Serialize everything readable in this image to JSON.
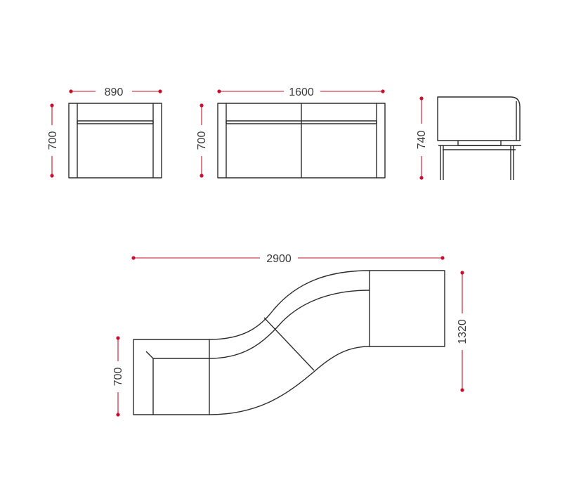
{
  "colors": {
    "outline": "#2b2b2b",
    "dimension": "#c8102e",
    "background": "#ffffff"
  },
  "views": {
    "armchair_front": {
      "width_label": "890",
      "height_label": "700"
    },
    "sofa_front": {
      "width_label": "1600",
      "height_label": "700"
    },
    "armchair_side": {
      "height_label": "740"
    },
    "modular_plan": {
      "width_label": "2900",
      "depth_label": "1320",
      "seat_depth_label": "700"
    }
  }
}
